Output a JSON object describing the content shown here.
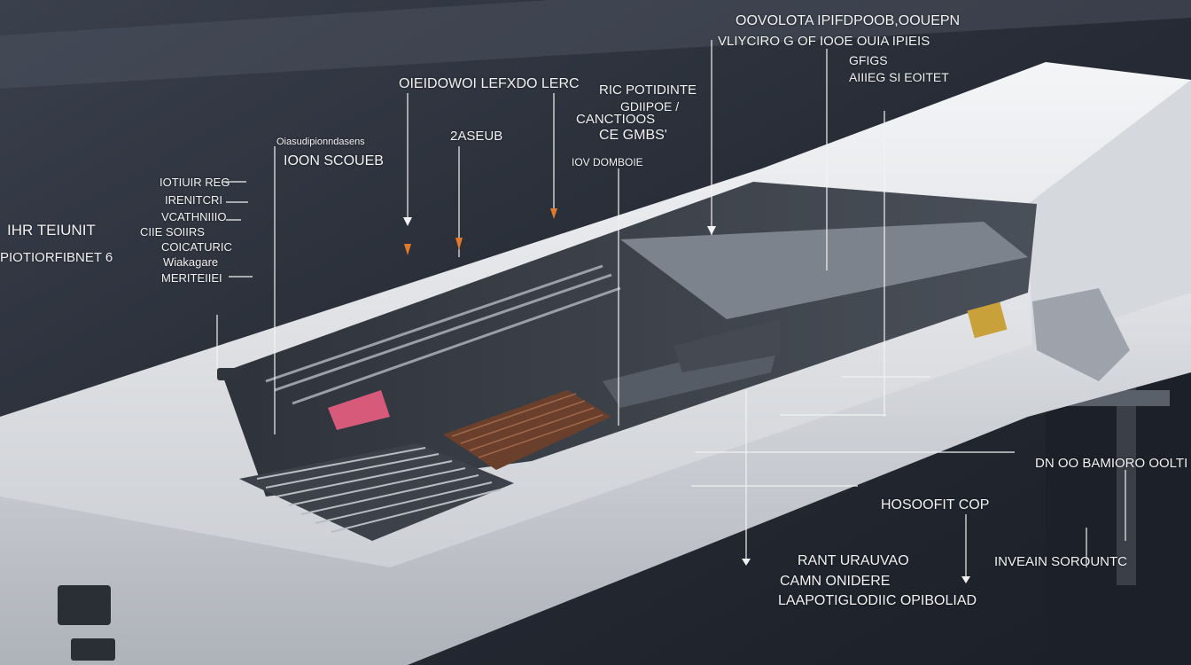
{
  "labels": {
    "top_right_1": "OOVOLOTA IPIFDPOOB,OOUEPN",
    "top_right_2": "VLIYCIRO G OF IOOE OUIA IPIEIS",
    "top_right_3": "GFIGS",
    "top_right_4": "AIIIEG SI EOITET",
    "top_center": "OIEIDOWOI LEFXDO LERC",
    "center_a": "RIC POTIDINTE",
    "center_b": "GDIIPOE /",
    "center_c": "CANCTIOOS",
    "center_d": "CE GMBS'",
    "center_e": "IOV DOMBOIE",
    "center_f": "2ASEUB",
    "left_small": "Oiasudipionndasens",
    "left_source": "IOON SCOUEB",
    "left_list_1": "IOTIUIR REG",
    "left_list_2": "IRENITCRI",
    "left_list_3": "VCATHNIIIO",
    "left_list_4": "CIIE SOIIRS",
    "left_list_5": "COICATURIC",
    "left_list_6": "Wiakagare",
    "left_list_7": "MERITEIIEI",
    "far_left_1": "IHR TEIUNIT",
    "far_left_2": "PIOTIORFIBNET 6",
    "bottom_right_1": "DN OO BAMIORO OOLTI",
    "bottom_right_2": "HOSOOFIT COP",
    "bottom_right_3": "INVEAIN SOROUNTC",
    "bottom_center_1": "RANT URAUVAO",
    "bottom_center_2": "CAMN ONIDERE",
    "bottom_center_3": "LAAPOTIGLODIIC OPIBOLIAD"
  },
  "colors": {
    "background": "#2a2f3a",
    "housing": "#e9ebee",
    "tray": "#3b4049",
    "accent_pink": "#d85a7a",
    "accent_gold": "#c9a13a",
    "leader": "#f2f2f2"
  }
}
